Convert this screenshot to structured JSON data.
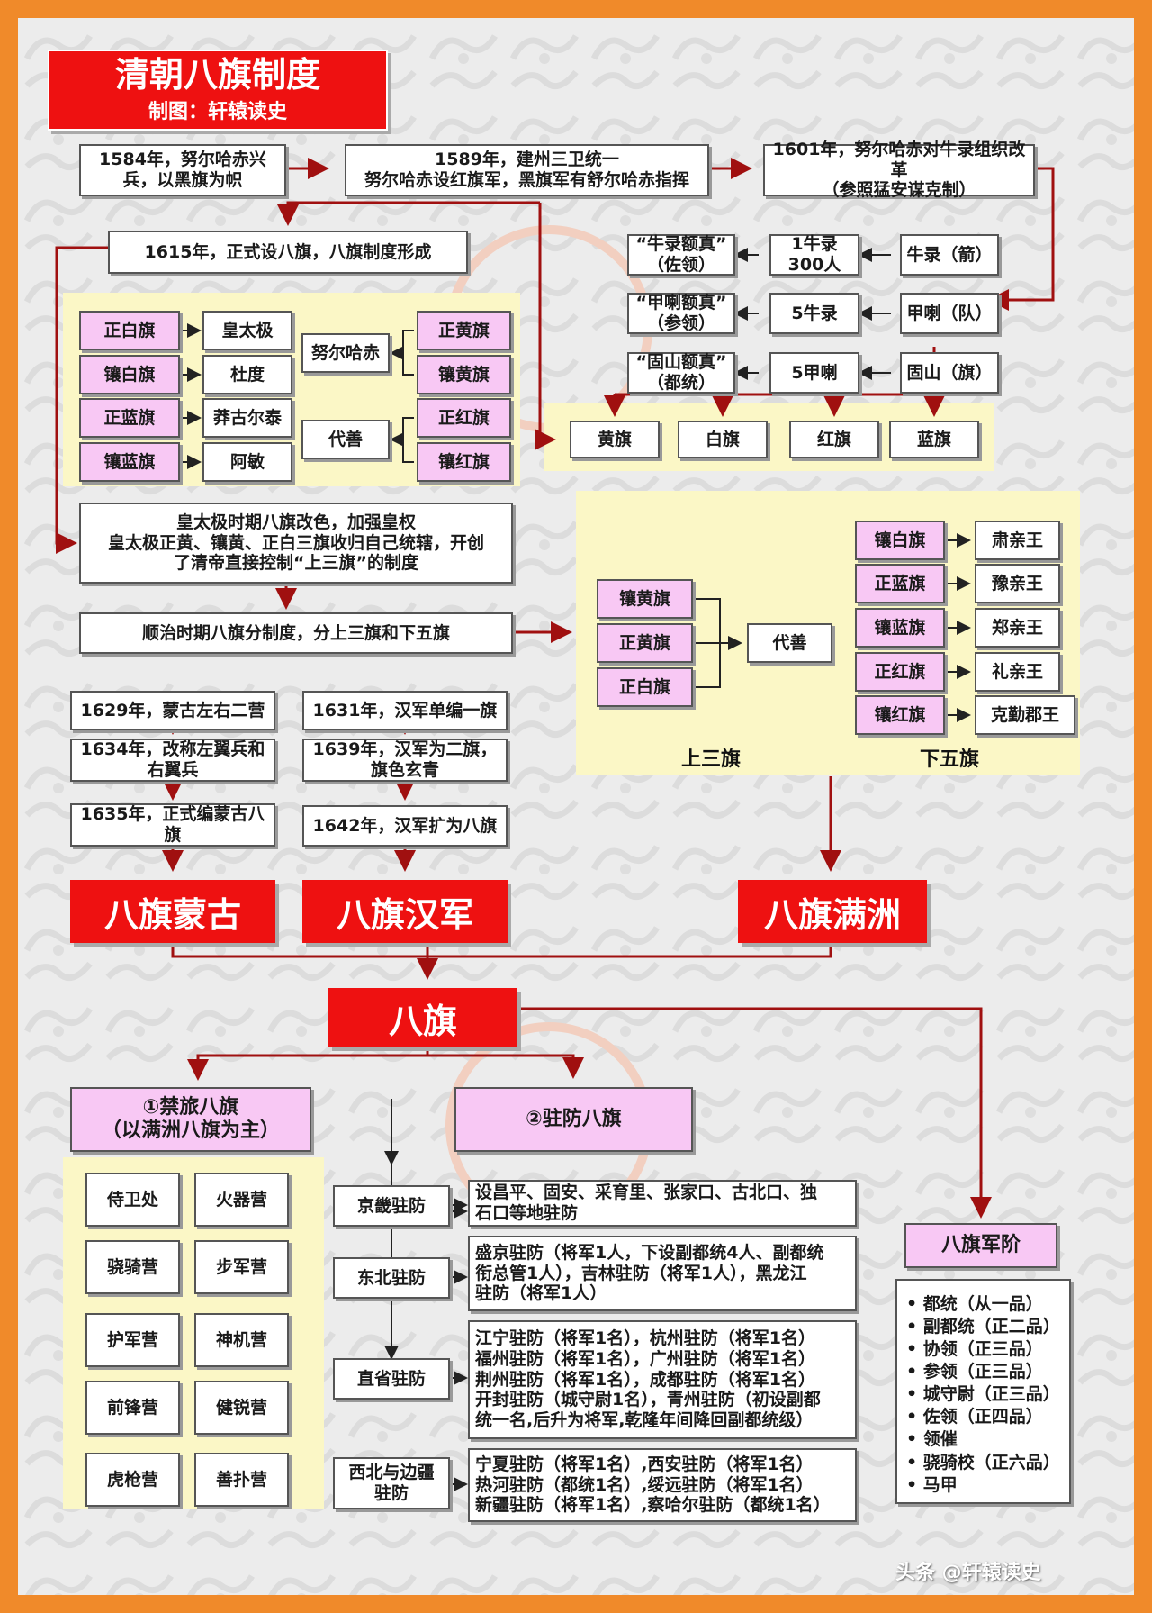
{
  "header": {
    "title": "清朝八旗制度",
    "subtitle": "制图：轩辕读史"
  },
  "timeline": {
    "t1584": "1584年，努尔哈赤兴\n兵，以黑旗为帜",
    "t1589": "1589年，建州三卫统一\n努尔哈赤设红旗军，黑旗军有舒尔哈赤指挥",
    "t1601": "1601年，努尔哈赤对牛录组织改革\n（参照猛安谋克制）",
    "t1615": "1615年，正式设八旗，八旗制度形成"
  },
  "org": {
    "rows": [
      {
        "unit": "牛录（箭）",
        "size": "1牛录\n300人",
        "leader": "“牛录额真”\n（佐领）"
      },
      {
        "unit": "甲喇（队）",
        "size": "5牛录",
        "leader": "“甲喇额真”\n（参领）"
      },
      {
        "unit": "固山（旗）",
        "size": "5甲喇",
        "leader": "“固山额真”\n（都统）"
      }
    ],
    "colors": [
      "黄旗",
      "白旗",
      "红旗",
      "蓝旗"
    ]
  },
  "banners1615": {
    "left": [
      {
        "banner": "正白旗",
        "owner": "皇太极"
      },
      {
        "banner": "镶白旗",
        "owner": "杜度"
      },
      {
        "banner": "正蓝旗",
        "owner": "莽古尔泰"
      },
      {
        "banner": "镶蓝旗",
        "owner": "阿敏"
      }
    ],
    "nurhaci": "努尔哈赤",
    "daishan": "代善",
    "right": [
      "正黄旗",
      "镶黄旗",
      "正红旗",
      "镶红旗"
    ]
  },
  "huangtaiji": "皇太极时期八旗改色，加强皇权\n皇太极正黄、镶黄、正白三旗收归自己统辖，开创\n了清帝直接控制“上三旗”的制度",
  "shunzhi": "顺治时期八旗分制度，分上三旗和下五旗",
  "upper": {
    "label": "上三旗",
    "banners": [
      "镶黄旗",
      "正黄旗",
      "正白旗"
    ],
    "daishan": "代善"
  },
  "lower": {
    "label": "下五旗",
    "rows": [
      {
        "banner": "镶白旗",
        "prince": "肃亲王"
      },
      {
        "banner": "正蓝旗",
        "prince": "豫亲王"
      },
      {
        "banner": "镶蓝旗",
        "prince": "郑亲王"
      },
      {
        "banner": "正红旗",
        "prince": "礼亲王"
      },
      {
        "banner": "镶红旗",
        "prince": "克勤郡王"
      }
    ]
  },
  "mongol": [
    "1629年，蒙古左右二营",
    "1634年，改称左翼兵和\n右翼兵",
    "1635年，正式编蒙古八\n旗"
  ],
  "han": [
    "1631年，汉军单编一旗",
    "1639年，汉军为二旗，\n旗色玄青",
    "1642年，汉军扩为八旗"
  ],
  "groups": {
    "mongol": "八旗蒙古",
    "han": "八旗汉军",
    "manchu": "八旗满洲",
    "all": "八旗"
  },
  "jinlv": {
    "title": "①禁旅八旗\n（以满洲八旗为主）",
    "camps": [
      "侍卫处",
      "火器营",
      "骁骑营",
      "步军营",
      "护军营",
      "神机营",
      "前锋营",
      "健锐营",
      "虎枪营",
      "善扑营"
    ]
  },
  "zhufang": {
    "title": "②驻防八旗",
    "rows": [
      {
        "name": "京畿驻防",
        "detail": "设昌平、固安、采育里、张家口、古北口、独\n石口等地驻防"
      },
      {
        "name": "东北驻防",
        "detail": "盛京驻防（将军1人，下设副都统4人、副都统\n衔总管1人），吉林驻防（将军1人），黑龙江\n驻防（将军1人）"
      },
      {
        "name": "直省驻防",
        "detail": "江宁驻防（将军1名），杭州驻防（将军1名）\n福州驻防（将军1名），广州驻防（将军1名）\n荆州驻防（将军1名），成都驻防（将军1名）\n开封驻防（城守尉1名），青州驻防（初设副都\n统一名,后升为将军,乾隆年间降回副都统级）"
      },
      {
        "name": "西北与边疆\n驻防",
        "detail": "宁夏驻防（将军1名）,西安驻防（将军1名）\n热河驻防（都统1名）,绥远驻防（将军1名）\n新疆驻防（将军1名）,察哈尔驻防（都统1名）"
      }
    ]
  },
  "ranks": {
    "title": "八旗军阶",
    "items": [
      "• 都统（从一品）",
      "• 副都统（正二品）",
      "• 协领（正三品）",
      "• 参领（正三品）",
      "• 城守尉（正三品）",
      "• 佐领（正四品）",
      "• 领催",
      "• 骁骑校（正六品）",
      "• 马甲"
    ]
  },
  "watermark": "头条 @轩辕读史",
  "colors": {
    "border": "#f08a2a",
    "red": "#ee1111",
    "arrow": "#a01010",
    "pink": "#f8c8f4",
    "yellow": "#fbf7c6"
  }
}
